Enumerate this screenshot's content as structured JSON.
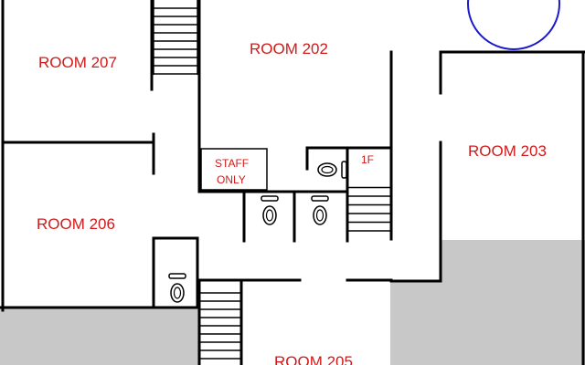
{
  "colors": {
    "label": "#d11a1a",
    "wall": "#000000",
    "shade": "#c8c8c8",
    "circle": "#1a1acc",
    "background": "#ffffff"
  },
  "rooms": {
    "r207": "ROOM 207",
    "r202": "ROOM 202",
    "r203": "ROOM 203",
    "r206": "ROOM 206",
    "r205": "ROOM 205"
  },
  "staff": {
    "line1": "STAFF",
    "line2": "ONLY"
  },
  "stairs_label": "1F",
  "icons": {
    "toilet": "toilet-icon",
    "circle": "circle-marker"
  }
}
